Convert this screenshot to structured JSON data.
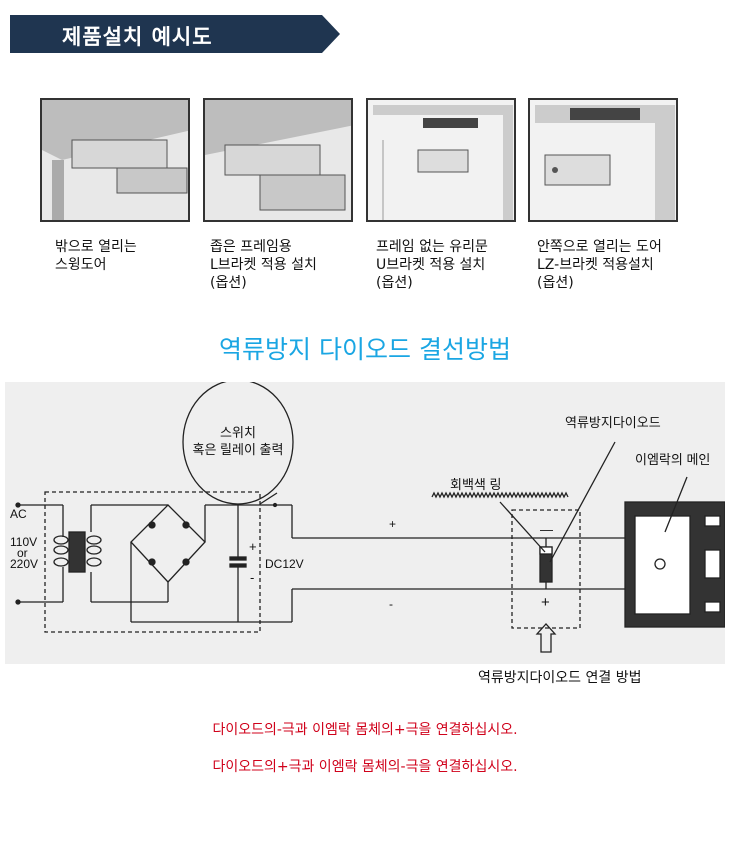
{
  "banner": {
    "title": "제품설치 예시도"
  },
  "installs": [
    {
      "caption": "밖으로 열리는\n스윙도어"
    },
    {
      "caption": "좁은 프레임용\nL브라켓 적용 설치\n(옵션)"
    },
    {
      "caption": "프레임 없는 유리문\nU브라켓 적용 설치\n(옵션)"
    },
    {
      "caption": "안쪽으로 열리는 도어\nLZ-브라켓 적용설치\n(옵션)"
    }
  ],
  "diode_section": {
    "title": "역류방지 다이오드 결선방법",
    "labels": {
      "ac": "AC",
      "v110": "110V",
      "or": "or",
      "v220": "220V",
      "switch1": "스위치",
      "switch2": "혹은 릴레이 출력",
      "dc": "DC12V",
      "plus": "+",
      "minus": "-",
      "diode": "역류방지다이오드",
      "ring": "회백색 링",
      "lock_main": "이엠락의 메인",
      "diode_minus": "—",
      "diode_plus": "+"
    },
    "caption": "역류방지다이오드 연결 방법",
    "notes": [
      "다이오드의-극과 이엠락 몸체의+극을 연결하십시오.",
      "다이오드의+극과 이엠락 몸체의-극을 연결하십시오."
    ]
  }
}
